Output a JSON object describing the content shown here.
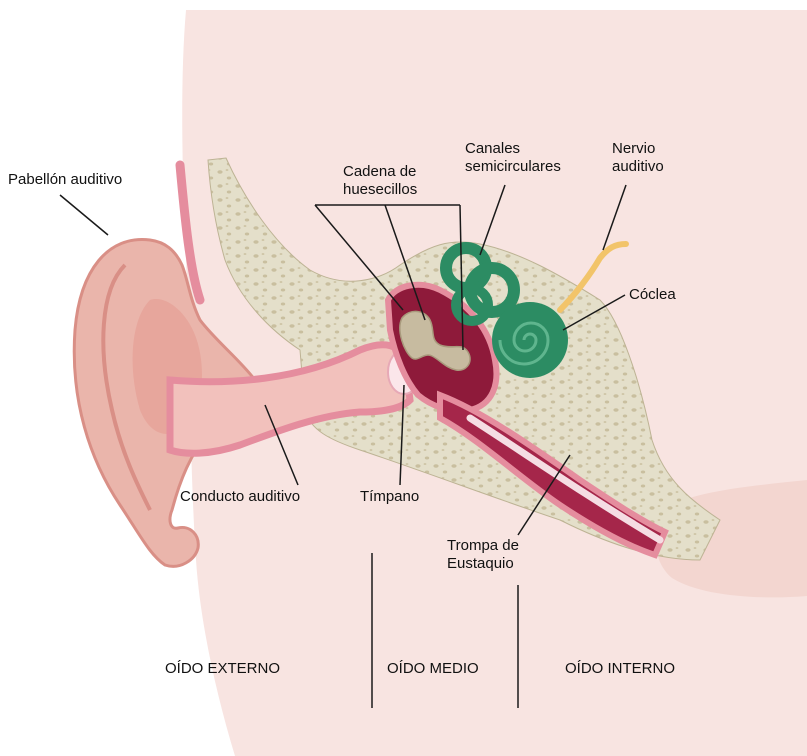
{
  "labels": {
    "pabellon": "Pabellón auditivo",
    "cadena_l1": "Cadena de",
    "cadena_l2": "huesecillos",
    "canales_l1": "Canales",
    "canales_l2": "semicirculares",
    "nervio_l1": "Nervio",
    "nervio_l2": "auditivo",
    "coclea": "Cóclea",
    "conducto": "Conducto auditivo",
    "timpano": "Tímpano",
    "trompa_l1": "Trompa de",
    "trompa_l2": "Eustaquio"
  },
  "sections": {
    "externo": "OÍDO EXTERNO",
    "medio": "OÍDO MEDIO",
    "interno": "OÍDO INTERNO"
  },
  "colors": {
    "skin": "#f8e4e1",
    "bone": "#e4dfca",
    "bone_dots": "#c9bf9f",
    "ear": "#eab5ab",
    "canal": "#e58d9e",
    "middle_ear": "#8e1a3a",
    "cochlea": "#2c8c63",
    "nerve": "#f2c46a"
  }
}
